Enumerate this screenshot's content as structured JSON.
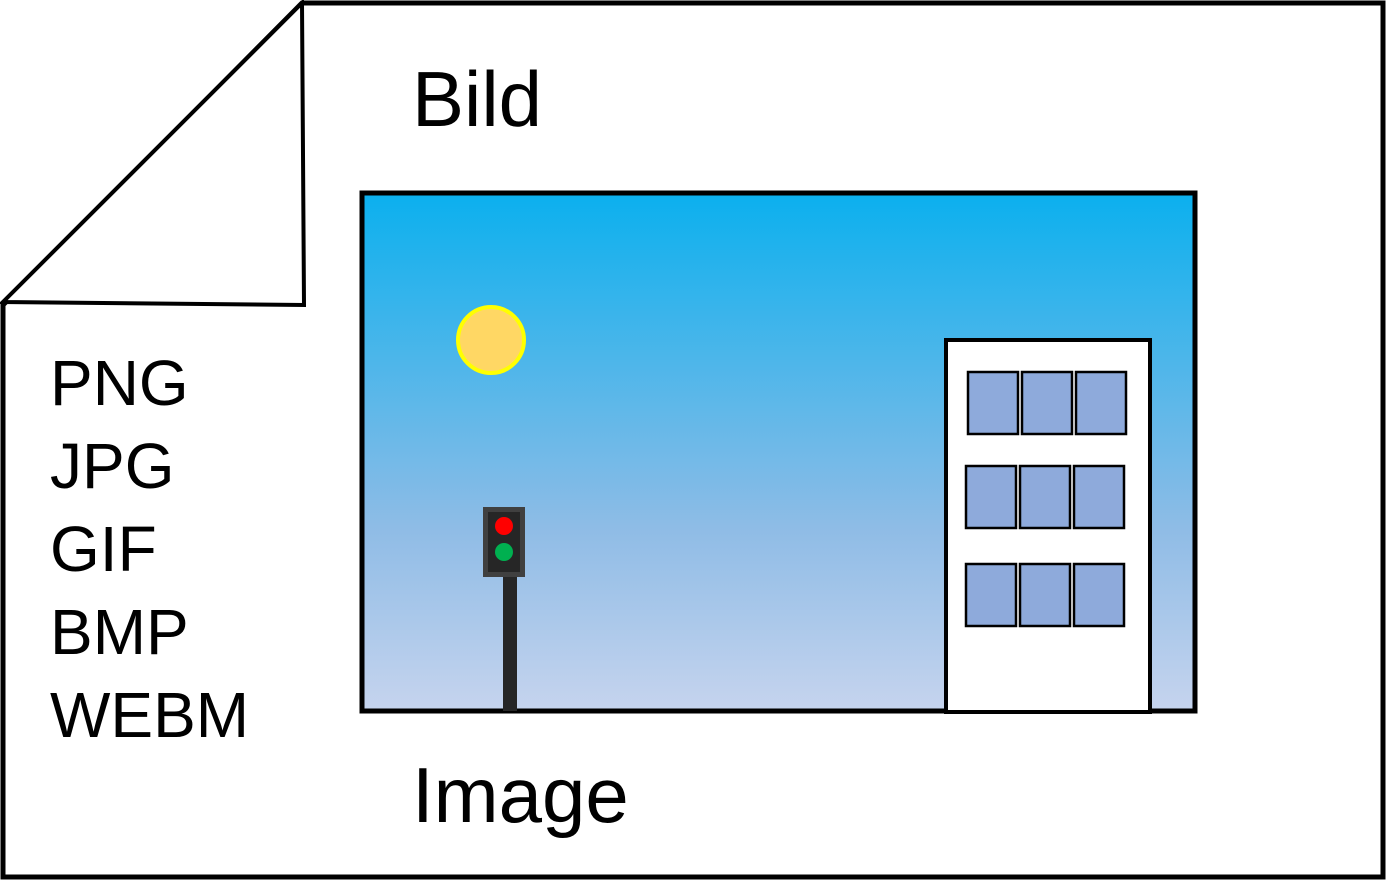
{
  "labels": {
    "top": "Bild",
    "bottom": "Image"
  },
  "formats": [
    "PNG",
    "JPG",
    "GIF",
    "BMP",
    "WEBM"
  ],
  "colors": {
    "sky_top": "#0bb0ee",
    "sky_mid": "#8fbce6",
    "sky_bottom": "#c6d4ee",
    "sun_fill": "#ffd764",
    "sun_stroke": "#ffff00",
    "window_fill": "#8eaadb",
    "light_red": "#ff0000",
    "light_green": "#00b050",
    "signal_box": "#404040",
    "pole": "#262626"
  },
  "icons": {
    "document": "page-with-folded-corner",
    "picture": "landscape-picture",
    "sun": "sun-icon",
    "traffic_light": "traffic-light-icon",
    "building": "building-icon"
  }
}
